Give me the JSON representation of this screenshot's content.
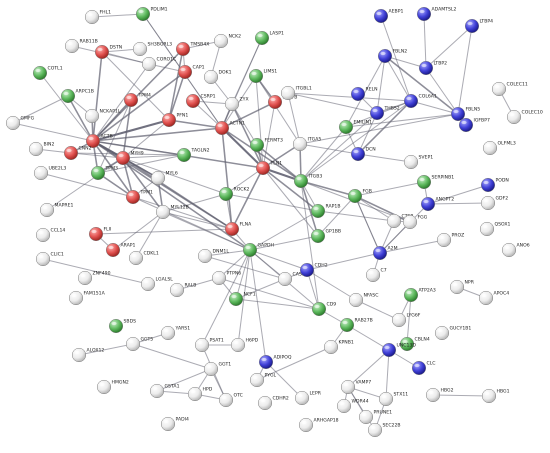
{
  "colors": {
    "red": "#e0504e",
    "green": "#5cb85c",
    "blue": "#3f3fd6",
    "white": "#f0f0f0",
    "edge": "#5a5a6a"
  },
  "nodes": [
    {
      "id": "FHL1",
      "label": "FHL1",
      "color": "white"
    },
    {
      "id": "PDLIM1",
      "label": "PDLIM1",
      "color": "green"
    },
    {
      "id": "RAB11B",
      "label": "RAB11B",
      "color": "white"
    },
    {
      "id": "DSTN",
      "label": "DSTN",
      "color": "red"
    },
    {
      "id": "SH3BGRL3",
      "label": "SH3BGRL3",
      "color": "white"
    },
    {
      "id": "NCK2",
      "label": "NCK2",
      "color": "white"
    },
    {
      "id": "TMSB4X",
      "label": "TMSB4X",
      "color": "red"
    },
    {
      "id": "LASP1",
      "label": "LASP1",
      "color": "green"
    },
    {
      "id": "CORO1C",
      "label": "CORO1C",
      "color": "white"
    },
    {
      "id": "CAP1",
      "label": "CAP1",
      "color": "red"
    },
    {
      "id": "DOK1",
      "label": "DOK1",
      "color": "white"
    },
    {
      "id": "LIMS1",
      "label": "LIMS1",
      "color": "green"
    },
    {
      "id": "COTL1",
      "label": "COTL1",
      "color": "green"
    },
    {
      "id": "ARPC1B",
      "label": "ARPC1B",
      "color": "green"
    },
    {
      "id": "TPM4",
      "label": "TPM4",
      "color": "red"
    },
    {
      "id": "CSRP1",
      "label": "CSRP1",
      "color": "red"
    },
    {
      "id": "ZYX",
      "label": "ZYX",
      "color": "white"
    },
    {
      "id": "PARVB",
      "label": "PARVB",
      "color": "red"
    },
    {
      "id": "GMFG",
      "label": "GMFG",
      "color": "white"
    },
    {
      "id": "NCKAP1L",
      "label": "NCKAP1L",
      "color": "white"
    },
    {
      "id": "ACTB",
      "label": "ACTB",
      "color": "red"
    },
    {
      "id": "PFN1",
      "label": "PFN1",
      "color": "red"
    },
    {
      "id": "ACTN1",
      "label": "ACTN1",
      "color": "red"
    },
    {
      "id": "FERMT3",
      "label": "FERMT3",
      "color": "green"
    },
    {
      "id": "BIN2",
      "label": "BIN2",
      "color": "white"
    },
    {
      "id": "CNN2",
      "label": "CNN2",
      "color": "red"
    },
    {
      "id": "MYH9",
      "label": "MYH9",
      "color": "red"
    },
    {
      "id": "TAGLN2",
      "label": "TAGLN2",
      "color": "green"
    },
    {
      "id": "TLN1",
      "label": "TLN1",
      "color": "red"
    },
    {
      "id": "UBE2L3",
      "label": "UBE2L3",
      "color": "white"
    },
    {
      "id": "TPM3",
      "label": "TPM3",
      "color": "green"
    },
    {
      "id": "TPM1",
      "label": "TPM1",
      "color": "red"
    },
    {
      "id": "MYL6",
      "label": "MYL6",
      "color": "white"
    },
    {
      "id": "ROCK2",
      "label": "ROCK2",
      "color": "green"
    },
    {
      "id": "ITGB3",
      "label": "ITGB3",
      "color": "green"
    },
    {
      "id": "ITGA5",
      "label": "ITGA5",
      "color": "white"
    },
    {
      "id": "ITGBL1",
      "label": "ITGBL1",
      "color": "white"
    },
    {
      "id": "MAPRE1",
      "label": "MAPRE1",
      "color": "white"
    },
    {
      "id": "MYL12B",
      "label": "MYL12B",
      "color": "white"
    },
    {
      "id": "FLNA",
      "label": "FLNA",
      "color": "red"
    },
    {
      "id": "RAP1B",
      "label": "RAP1B",
      "color": "green"
    },
    {
      "id": "CCL14",
      "label": "CCL14",
      "color": "white"
    },
    {
      "id": "FLII",
      "label": "FLII",
      "color": "red"
    },
    {
      "id": "ARAP1",
      "label": "ARAP1",
      "color": "red"
    },
    {
      "id": "CDKL1",
      "label": "CDKL1",
      "color": "white"
    },
    {
      "id": "DNM1L",
      "label": "DNM1L",
      "color": "white"
    },
    {
      "id": "GAPDH",
      "label": "GAPDH",
      "color": "green"
    },
    {
      "id": "GP1BB",
      "label": "GP1BB",
      "color": "green"
    },
    {
      "id": "CLIC1",
      "label": "CLIC1",
      "color": "white"
    },
    {
      "id": "ZNF490",
      "label": "ZNF490",
      "color": "white"
    },
    {
      "id": "FAM151A",
      "label": "FAM151A",
      "color": "white"
    },
    {
      "id": "LGALSL",
      "label": "LGALSL",
      "color": "white"
    },
    {
      "id": "RALB",
      "label": "RALB",
      "color": "white"
    },
    {
      "id": "PTPN6",
      "label": "PTPN6",
      "color": "white"
    },
    {
      "id": "NCF1",
      "label": "NCF1",
      "color": "green"
    },
    {
      "id": "CASP3",
      "label": "CASP3",
      "color": "white"
    },
    {
      "id": "CDH2",
      "label": "CDH2",
      "color": "blue"
    },
    {
      "id": "CD9",
      "label": "CD9",
      "color": "green"
    },
    {
      "id": "NFASC",
      "label": "NFASC",
      "color": "white"
    },
    {
      "id": "SBDS",
      "label": "SBDS",
      "color": "green"
    },
    {
      "id": "YARS1",
      "label": "YARS1",
      "color": "white"
    },
    {
      "id": "GGT5",
      "label": "GGT5",
      "color": "white"
    },
    {
      "id": "PSAT1",
      "label": "PSAT1",
      "color": "white"
    },
    {
      "id": "H6PD",
      "label": "H6PD",
      "color": "white"
    },
    {
      "id": "ADIPOQ",
      "label": "ADIPOQ",
      "color": "blue"
    },
    {
      "id": "RAB27B",
      "label": "RAB27B",
      "color": "green"
    },
    {
      "id": "ALOX12",
      "label": "ALOX12",
      "color": "white"
    },
    {
      "id": "GGT1",
      "label": "GGT1",
      "color": "white"
    },
    {
      "id": "PYGL",
      "label": "PYGL",
      "color": "white"
    },
    {
      "id": "KPNB1",
      "label": "KPNB1",
      "color": "white"
    },
    {
      "id": "HMGN2",
      "label": "HMGN2",
      "color": "white"
    },
    {
      "id": "GSTA1",
      "label": "GSTA1",
      "color": "white"
    },
    {
      "id": "HPD",
      "label": "HPD",
      "color": "white"
    },
    {
      "id": "OTC",
      "label": "OTC",
      "color": "white"
    },
    {
      "id": "CDHR2",
      "label": "CDHR2",
      "color": "white"
    },
    {
      "id": "LEPR",
      "label": "LEPR",
      "color": "white"
    },
    {
      "id": "PADI4",
      "label": "PADI4",
      "color": "white"
    },
    {
      "id": "ARHGAP18",
      "label": "ARHGAP18",
      "color": "white"
    },
    {
      "id": "AEBP1",
      "label": "AEBP1",
      "color": "blue"
    },
    {
      "id": "ADAMTSL2",
      "label": "ADAMTSL2",
      "color": "blue"
    },
    {
      "id": "LTBP4",
      "label": "LTBP4",
      "color": "blue"
    },
    {
      "id": "RELN",
      "label": "RELN",
      "color": "blue"
    },
    {
      "id": "FBLN2",
      "label": "FBLN2",
      "color": "blue"
    },
    {
      "id": "LTBP2",
      "label": "LTBP2",
      "color": "blue"
    },
    {
      "id": "COLEC11",
      "label": "COLEC11",
      "color": "white"
    },
    {
      "id": "THBS2",
      "label": "THBS2",
      "color": "blue"
    },
    {
      "id": "COL6A1",
      "label": "COL6A1",
      "color": "blue"
    },
    {
      "id": "FBLN5",
      "label": "FBLN5",
      "color": "blue"
    },
    {
      "id": "COLEC10",
      "label": "COLEC10",
      "color": "white"
    },
    {
      "id": "EMILIN1",
      "label": "EMILIN1",
      "color": "green"
    },
    {
      "id": "IGFBP7",
      "label": "IGFBP7",
      "color": "blue"
    },
    {
      "id": "DCN",
      "label": "DCN",
      "color": "blue"
    },
    {
      "id": "SVEP1",
      "label": "SVEP1",
      "color": "white"
    },
    {
      "id": "OLFML3",
      "label": "OLFML3",
      "color": "white"
    },
    {
      "id": "FGB",
      "label": "FGB",
      "color": "green"
    },
    {
      "id": "SERPINB1",
      "label": "SERPINB1",
      "color": "green"
    },
    {
      "id": "PODN",
      "label": "PODN",
      "color": "blue"
    },
    {
      "id": "ANGPT2",
      "label": "ANGPT2",
      "color": "blue"
    },
    {
      "id": "GDF2",
      "label": "GDF2",
      "color": "white"
    },
    {
      "id": "CTSB",
      "label": "CTSB",
      "color": "white"
    },
    {
      "id": "FGG",
      "label": "FGG",
      "color": "white"
    },
    {
      "id": "QSOX1",
      "label": "QSOX1",
      "color": "white"
    },
    {
      "id": "A2M",
      "label": "A2M",
      "color": "blue"
    },
    {
      "id": "PROZ",
      "label": "PROZ",
      "color": "white"
    },
    {
      "id": "ANO6",
      "label": "ANO6",
      "color": "white"
    },
    {
      "id": "C7",
      "label": "C7",
      "color": "white"
    },
    {
      "id": "NPR",
      "label": "NPR",
      "color": "white"
    },
    {
      "id": "ATP2A3",
      "label": "ATP2A3",
      "color": "green"
    },
    {
      "id": "APOC4",
      "label": "APOC4",
      "color": "white"
    },
    {
      "id": "LYG6F",
      "label": "LYG6F",
      "color": "white"
    },
    {
      "id": "GUCY1B1",
      "label": "GUCY1B1",
      "color": "white"
    },
    {
      "id": "CBLN4",
      "label": "CBLN4",
      "color": "green"
    },
    {
      "id": "UNC13D",
      "label": "UNC13D",
      "color": "blue"
    },
    {
      "id": "CLC",
      "label": "CLC",
      "color": "blue"
    },
    {
      "id": "HBG2",
      "label": "HBG2",
      "color": "white"
    },
    {
      "id": "HBG1",
      "label": "HBG1",
      "color": "white"
    },
    {
      "id": "VAMP7",
      "label": "VAMP7",
      "color": "white"
    },
    {
      "id": "WDR44",
      "label": "WDR44",
      "color": "white"
    },
    {
      "id": "STX11",
      "label": "STX11",
      "color": "white"
    },
    {
      "id": "PRUNE1",
      "label": "PRUNE1",
      "color": "white"
    },
    {
      "id": "SEC22B",
      "label": "SEC22B",
      "color": "white"
    }
  ],
  "edges": [
    [
      "ACTB",
      "PFN1",
      3
    ],
    [
      "ACTB",
      "CAP1",
      2
    ],
    [
      "ACTB",
      "TPM4",
      2
    ],
    [
      "ACTB",
      "CNN2",
      2
    ],
    [
      "ACTB",
      "MYH9",
      3
    ],
    [
      "ACTB",
      "TMSB4X",
      2
    ],
    [
      "ACTB",
      "DSTN",
      2
    ],
    [
      "ACTB",
      "ARPC1B",
      2
    ],
    [
      "ACTB",
      "ACTN1",
      2
    ],
    [
      "ACTB",
      "TPM3",
      2
    ],
    [
      "ACTB",
      "TPM1",
      2
    ],
    [
      "ACTB",
      "GAPDH",
      2
    ],
    [
      "ACTB",
      "TLN1",
      2
    ],
    [
      "ACTB",
      "FLNA",
      2
    ],
    [
      "ACTB",
      "CORO1C",
      1
    ],
    [
      "ACTB",
      "NCKAP1L",
      2
    ],
    [
      "ACTB",
      "MYL6",
      2
    ],
    [
      "ACTB",
      "TAGLN2",
      1
    ],
    [
      "ACTB",
      "COTL1",
      1
    ],
    [
      "ACTB",
      "GMFG",
      1
    ],
    [
      "PFN1",
      "CAP1",
      2
    ],
    [
      "PFN1",
      "ACTN1",
      2
    ],
    [
      "PFN1",
      "TMSB4X",
      2
    ],
    [
      "PFN1",
      "DSTN",
      1
    ],
    [
      "PFN1",
      "MYH9",
      1
    ],
    [
      "ACTN1",
      "TLN1",
      3
    ],
    [
      "ACTN1",
      "ZYX",
      2
    ],
    [
      "ACTN1",
      "PARVB",
      2
    ],
    [
      "ACTN1",
      "FLNA",
      2
    ],
    [
      "ACTN1",
      "CSRP1",
      1
    ],
    [
      "ACTN1",
      "LASP1",
      1
    ],
    [
      "ACTN1",
      "LIMS1",
      1
    ],
    [
      "ACTN1",
      "PDLIM1",
      1
    ],
    [
      "ACTN1",
      "ITGB3",
      2
    ],
    [
      "TLN1",
      "ITGB3",
      3
    ],
    [
      "TLN1",
      "FERMT3",
      2
    ],
    [
      "TLN1",
      "ITGA5",
      2
    ],
    [
      "TLN1",
      "RAP1B",
      2
    ],
    [
      "TLN1",
      "ZYX",
      2
    ],
    [
      "TLN1",
      "PARVB",
      1
    ],
    [
      "TLN1",
      "FLNA",
      2
    ],
    [
      "TLN1",
      "ROCK2",
      1
    ],
    [
      "TLN1",
      "GP1BB",
      1
    ],
    [
      "TLN1",
      "LIMS1",
      1
    ],
    [
      "ITGB3",
      "ITGA5",
      2
    ],
    [
      "ITGB3",
      "FERMT3",
      2
    ],
    [
      "ITGB3",
      "RAP1B",
      1
    ],
    [
      "ITGB3",
      "FGB",
      2
    ],
    [
      "ITGB3",
      "FGG",
      1
    ],
    [
      "ITGB3",
      "GP1BB",
      2
    ],
    [
      "ITGB3",
      "CD9",
      1
    ],
    [
      "ITGB3",
      "THBS2",
      1
    ],
    [
      "ITGB3",
      "EMILIN1",
      1
    ],
    [
      "ITGB3",
      "COL6A1",
      1
    ],
    [
      "ITGA5",
      "ITGBL1",
      1
    ],
    [
      "ITGA5",
      "FBLN5",
      1
    ],
    [
      "ITGA5",
      "DCN",
      1
    ],
    [
      "ITGA5",
      "LIMS1",
      1
    ],
    [
      "FLNA",
      "MYH9",
      2
    ],
    [
      "FLNA",
      "ROCK2",
      1
    ],
    [
      "FLNA",
      "MYL12B",
      1
    ],
    [
      "FLNA",
      "GAPDH",
      1
    ],
    [
      "FLNA",
      "TPM1",
      1
    ],
    [
      "MYH9",
      "MYL6",
      2
    ],
    [
      "MYH9",
      "MYL12B",
      2
    ],
    [
      "MYH9",
      "TPM3",
      2
    ],
    [
      "MYH9",
      "TPM1",
      2
    ],
    [
      "MYH9",
      "TAGLN2",
      1
    ],
    [
      "MYH9",
      "ROCK2",
      1
    ],
    [
      "MYH9",
      "CNN2",
      1
    ],
    [
      "MYH9",
      "TPM4",
      2
    ],
    [
      "MYL6",
      "MYL12B",
      2
    ],
    [
      "MYL6",
      "TPM1",
      1
    ],
    [
      "ROCK2",
      "MYL12B",
      1
    ],
    [
      "ROCK2",
      "RAP1B",
      1
    ],
    [
      "GAPDH",
      "CASP3",
      1
    ],
    [
      "GAPDH",
      "DNM1L",
      1
    ],
    [
      "GAPDH",
      "TPM1",
      1
    ],
    [
      "GAPDH",
      "NCF1",
      1
    ],
    [
      "GAPDH",
      "PSAT1",
      1
    ],
    [
      "GAPDH",
      "H6PD",
      1
    ],
    [
      "GAPDH",
      "ADIPOQ",
      1
    ],
    [
      "GAPDH",
      "RAP1B",
      1
    ],
    [
      "GAPDH",
      "CDH2",
      1
    ],
    [
      "GAPDH",
      "PTPN6",
      1
    ],
    [
      "GAPDH",
      "GP1BB",
      1
    ],
    [
      "GAPDH",
      "CD9",
      1
    ],
    [
      "GAPDH",
      "MYL12B",
      1
    ],
    [
      "CASP3",
      "CDH2",
      1
    ],
    [
      "CASP3",
      "NCF1",
      1
    ],
    [
      "CDH2",
      "NFASC",
      1
    ],
    [
      "CDH2",
      "CD9",
      1
    ],
    [
      "CDH2",
      "A2M",
      1
    ],
    [
      "FGB",
      "FGG",
      2
    ],
    [
      "FGB",
      "A2M",
      1
    ],
    [
      "FGB",
      "CTSB",
      1
    ],
    [
      "FGB",
      "SERPINB1",
      1
    ],
    [
      "FGG",
      "A2M",
      1
    ],
    [
      "A2M",
      "CTSB",
      1
    ],
    [
      "A2M",
      "ANGPT2",
      1
    ],
    [
      "A2M",
      "C7",
      1
    ],
    [
      "A2M",
      "PROZ",
      1
    ],
    [
      "A2M",
      "FGB",
      1
    ],
    [
      "FBLN2",
      "LTBP2",
      1
    ],
    [
      "FBLN2",
      "FBLN5",
      2
    ],
    [
      "FBLN2",
      "COL6A1",
      1
    ],
    [
      "FBLN2",
      "THBS2",
      1
    ],
    [
      "FBLN2",
      "EMILIN1",
      1
    ],
    [
      "LTBP2",
      "LTBP4",
      1
    ],
    [
      "LTBP2",
      "FBLN5",
      1
    ],
    [
      "LTBP4",
      "FBLN5",
      1
    ],
    [
      "ADAMTSL2",
      "LTBP2",
      1
    ],
    [
      "AEBP1",
      "COL6A1",
      1
    ],
    [
      "COL6A1",
      "DCN",
      2
    ],
    [
      "COL6A1",
      "THBS2",
      1
    ],
    [
      "COL6A1",
      "EMILIN1",
      1
    ],
    [
      "COL6A1",
      "FBLN5",
      1
    ],
    [
      "DCN",
      "THBS2",
      1
    ],
    [
      "DCN",
      "EMILIN1",
      1
    ],
    [
      "RELN",
      "THBS2",
      1
    ],
    [
      "FBLN5",
      "IGFBP7",
      1
    ],
    [
      "THBS2",
      "ITGBL1",
      1
    ],
    [
      "SVEP1",
      "DCN",
      1
    ],
    [
      "ANGPT2",
      "PODN",
      1
    ],
    [
      "ANGPT2",
      "GDF2",
      1
    ],
    [
      "SERPINB1",
      "ANGPT2",
      1
    ],
    [
      "NCF1",
      "PTPN6",
      1
    ],
    [
      "NCF1",
      "CD9",
      1
    ],
    [
      "CD9",
      "RAB27B",
      1
    ],
    [
      "RAB27B",
      "UNC13D",
      1
    ],
    [
      "RAB27B",
      "KPNB1",
      1
    ],
    [
      "UNC13D",
      "STX11",
      1
    ],
    [
      "UNC13D",
      "VAMP7",
      1
    ],
    [
      "STX11",
      "VAMP7",
      1
    ],
    [
      "VAMP7",
      "SEC22B",
      1
    ],
    [
      "VAMP7",
      "WDR44",
      1
    ],
    [
      "VAMP7",
      "PRUNE1",
      1
    ],
    [
      "STX11",
      "SEC22B",
      1
    ],
    [
      "HBG2",
      "HBG1",
      1
    ],
    [
      "ADIPOQ",
      "LEPR",
      1
    ],
    [
      "ADIPOQ",
      "PYGL",
      1
    ],
    [
      "GGT5",
      "GGT1",
      1
    ],
    [
      "GGT1",
      "GSTA1",
      1
    ],
    [
      "GGT1",
      "OTC",
      1
    ],
    [
      "GGT1",
      "HPD",
      1
    ],
    [
      "GSTA1",
      "HPD",
      1
    ],
    [
      "PSAT1",
      "OTC",
      1
    ],
    [
      "PSAT1",
      "H6PD",
      1
    ],
    [
      "YARS1",
      "GGT5",
      1
    ],
    [
      "GGT5",
      "ALOX12",
      1
    ],
    [
      "HPD",
      "OTC",
      1
    ],
    [
      "LGALSL",
      "CLIC1",
      1
    ],
    [
      "RALB",
      "PTPN6",
      1
    ],
    [
      "ATP2A3",
      "LYG6F",
      1
    ],
    [
      "NPR",
      "APOC4",
      1
    ],
    [
      "FLII",
      "ARAP1",
      1
    ],
    [
      "TAGLN2",
      "CNN2",
      1
    ],
    [
      "TAGLN2",
      "TPM3",
      1
    ],
    [
      "TPM3",
      "TPM1",
      2
    ],
    [
      "TPM4",
      "TPM3",
      1
    ],
    [
      "CAP1",
      "CORO1C",
      1
    ],
    [
      "CAP1",
      "TMSB4X",
      1
    ],
    [
      "DSTN",
      "CORO1C",
      1
    ],
    [
      "NCK2",
      "DOK1",
      1
    ],
    [
      "NCK2",
      "TMSB4X",
      1
    ],
    [
      "DOK1",
      "ZYX",
      1
    ],
    [
      "CSRP1",
      "ZYX",
      1
    ],
    [
      "ZYX",
      "LASP1",
      1
    ],
    [
      "LIMS1",
      "PARVB",
      2
    ],
    [
      "FERMT3",
      "ZYX",
      1
    ],
    [
      "PDLIM1",
      "ACTN1",
      1
    ],
    [
      "SH3BGRL3",
      "DSTN",
      1
    ],
    [
      "FHL1",
      "PDLIM1",
      1
    ],
    [
      "ARPC1B",
      "NCKAP1L",
      1
    ],
    [
      "GMFG",
      "ARPC1B",
      1
    ],
    [
      "BIN2",
      "CNN2",
      1
    ],
    [
      "UBE2L3",
      "TPM1",
      1
    ],
    [
      "MAPRE1",
      "MYH9",
      1
    ],
    [
      "CDKL1",
      "MYL12B",
      1
    ],
    [
      "RAP1B",
      "CTSB",
      1
    ],
    [
      "GP1BB",
      "FGB",
      1
    ],
    [
      "FLNA",
      "FLII",
      1
    ],
    [
      "ARAP1",
      "MYL12B",
      1
    ],
    [
      "DNM1L",
      "CASP3",
      1
    ],
    [
      "CTSB",
      "FGG",
      1
    ],
    [
      "EMILIN1",
      "FBLN5",
      1
    ],
    [
      "COLEC11",
      "COLEC10",
      1
    ],
    [
      "RAB11B",
      "CORO1C",
      1
    ],
    [
      "ITGBL1",
      "COL6A1",
      1
    ],
    [
      "CBLN4",
      "ATP2A3",
      1
    ],
    [
      "LYG6F",
      "NFASC",
      1
    ],
    [
      "CLC",
      "UNC13D",
      1
    ],
    [
      "PTPN6",
      "CD9",
      1
    ],
    [
      "KPNB1",
      "PYGL",
      1
    ]
  ]
}
